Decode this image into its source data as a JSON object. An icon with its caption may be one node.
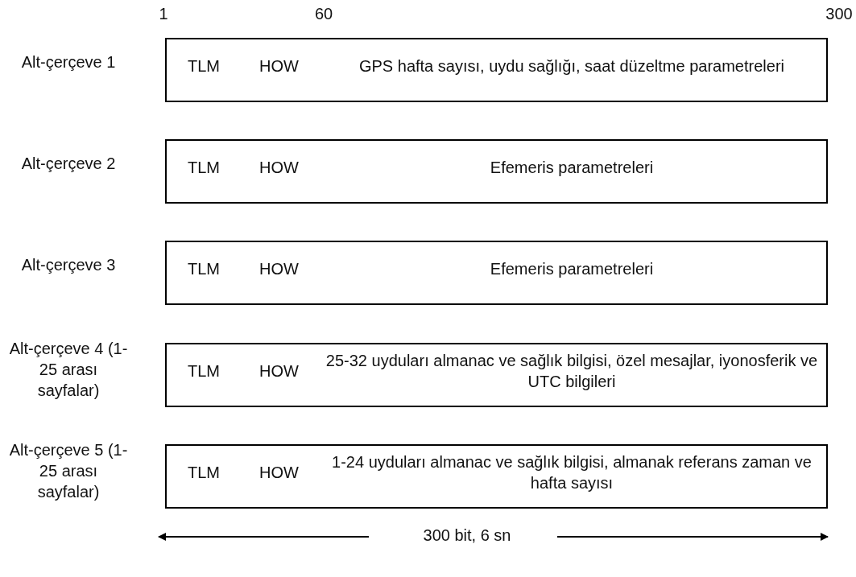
{
  "diagram": {
    "nodes": [
      {
        "text": [
          "TLM"
        ]
      },
      {
        "text": [
          "HOW"
        ]
      },
      {
        "text": [
          "GPS hafta sayısı, uydu sağlığı, saat düzeltme parametreleri"
        ]
      },
      {
        "text": [
          "TLM"
        ]
      },
      {
        "text": [
          "HOW"
        ]
      },
      {
        "text": [
          "Efemeris parametreleri"
        ]
      },
      {
        "text": [
          "TLM"
        ]
      },
      {
        "text": [
          "HOW"
        ]
      },
      {
        "text": [
          "Efemeris parametreleri"
        ]
      },
      {
        "text": [
          "TLM"
        ]
      },
      {
        "text": [
          "HOW"
        ]
      },
      {
        "text": [
          "25-32 uyduları almanac ve sağlık bilgisi, özel mesajlar, iyonosferik ve UTC bilgileri"
        ]
      },
      {
        "text": [
          "TLM"
        ]
      },
      {
        "text": [
          "HOW"
        ]
      },
      {
        "text": [
          "1-24 uyduları almanac ve sağlık bilgisi, almanak referans zaman ve hafta sayısı"
        ]
      }
    ],
    "labels": [
      "1",
      "60",
      "300",
      "Alt-çerçeve 1",
      "Alt-çerçeve 2",
      "Alt-çerçeve 3",
      "Alt-çerçeve 4 (1-25 arası sayfalar)",
      "Alt-çerçeve 5 (1-25 arası sayfalar)",
      "300 bit, 6 sn"
    ]
  }
}
